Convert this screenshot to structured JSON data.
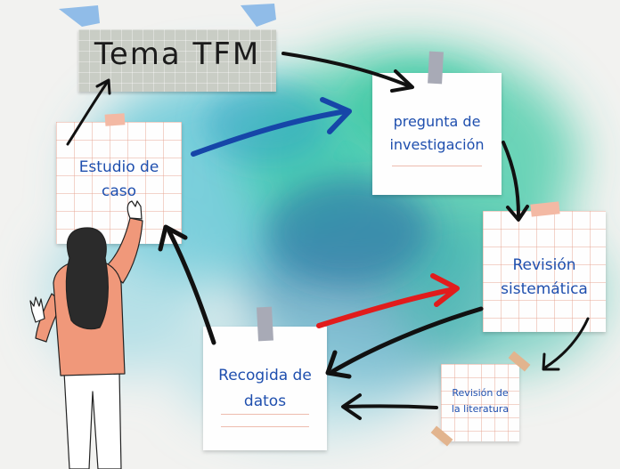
{
  "title": "Tema TFM",
  "nodes": {
    "estudio": [
      "Estudio de",
      "caso"
    ],
    "pregunta": [
      "pregunta de",
      "investigación"
    ],
    "revision_sistematica": [
      "Revisión",
      "sistemática"
    ],
    "revision_literatura": [
      "Revisión de",
      "la literatura"
    ],
    "recogida": [
      "Recogida de",
      "datos"
    ]
  },
  "colors": {
    "text": "#1f4fae",
    "arrow_main": "#111111",
    "arrow_blue": "#1646a8",
    "arrow_red": "#e11c1c",
    "tape": "#a8aab6",
    "tape_pink": "#f3b9a4",
    "tape_blue": "#7fb3e6"
  }
}
